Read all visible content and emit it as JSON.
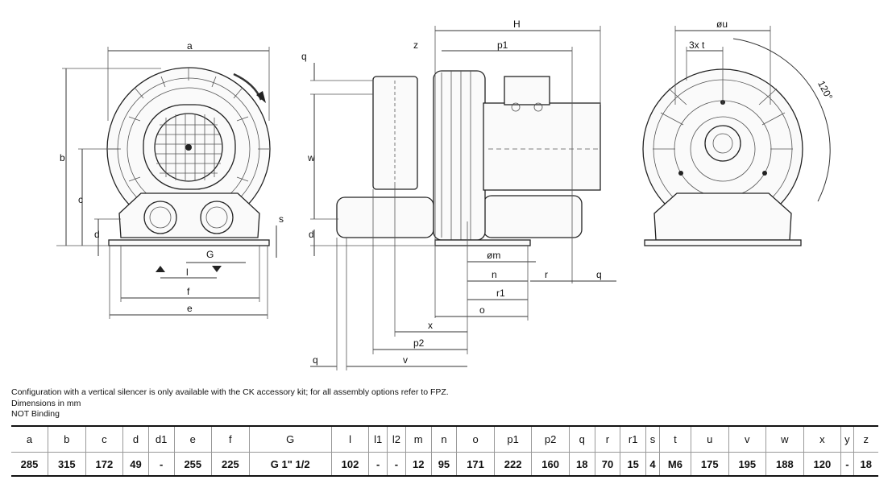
{
  "drawing": {
    "front_labels": {
      "a": "a",
      "b": "b",
      "c": "c",
      "d": "d",
      "e": "e",
      "f": "f",
      "G": "G",
      "l": "l"
    },
    "side_labels": {
      "H": "H",
      "z": "z",
      "p1": "p1",
      "q_top": "q",
      "w": "w",
      "d": "d",
      "s": "s",
      "om": "øm",
      "n": "n",
      "r": "r",
      "q_right": "q",
      "r1": "r1",
      "o": "o",
      "x": "x",
      "p2": "p2",
      "q_bottom": "q",
      "v": "v"
    },
    "rear_labels": {
      "u": "øu",
      "t": "3x t",
      "angle": "120°"
    }
  },
  "notes": {
    "line1": "Configuration with a vertical silencer is only available with the CK accessory kit; for all assembly options refer to FPZ.",
    "line2": "Dimensions in mm",
    "line3": "NOT Binding"
  },
  "table": {
    "headers": [
      "a",
      "b",
      "c",
      "d",
      "d1",
      "e",
      "f",
      "G",
      "l",
      "l1",
      "l2",
      "m",
      "n",
      "o",
      "p1",
      "p2",
      "q",
      "r",
      "r1",
      "s",
      "t",
      "u",
      "v",
      "w",
      "x",
      "y",
      "z"
    ],
    "values": [
      "285",
      "315",
      "172",
      "49",
      "-",
      "255",
      "225",
      "G 1\" 1/2",
      "102",
      "-",
      "-",
      "12",
      "95",
      "171",
      "222",
      "160",
      "18",
      "70",
      "15",
      "4",
      "M6",
      "175",
      "195",
      "188",
      "120",
      "-",
      "18"
    ]
  }
}
